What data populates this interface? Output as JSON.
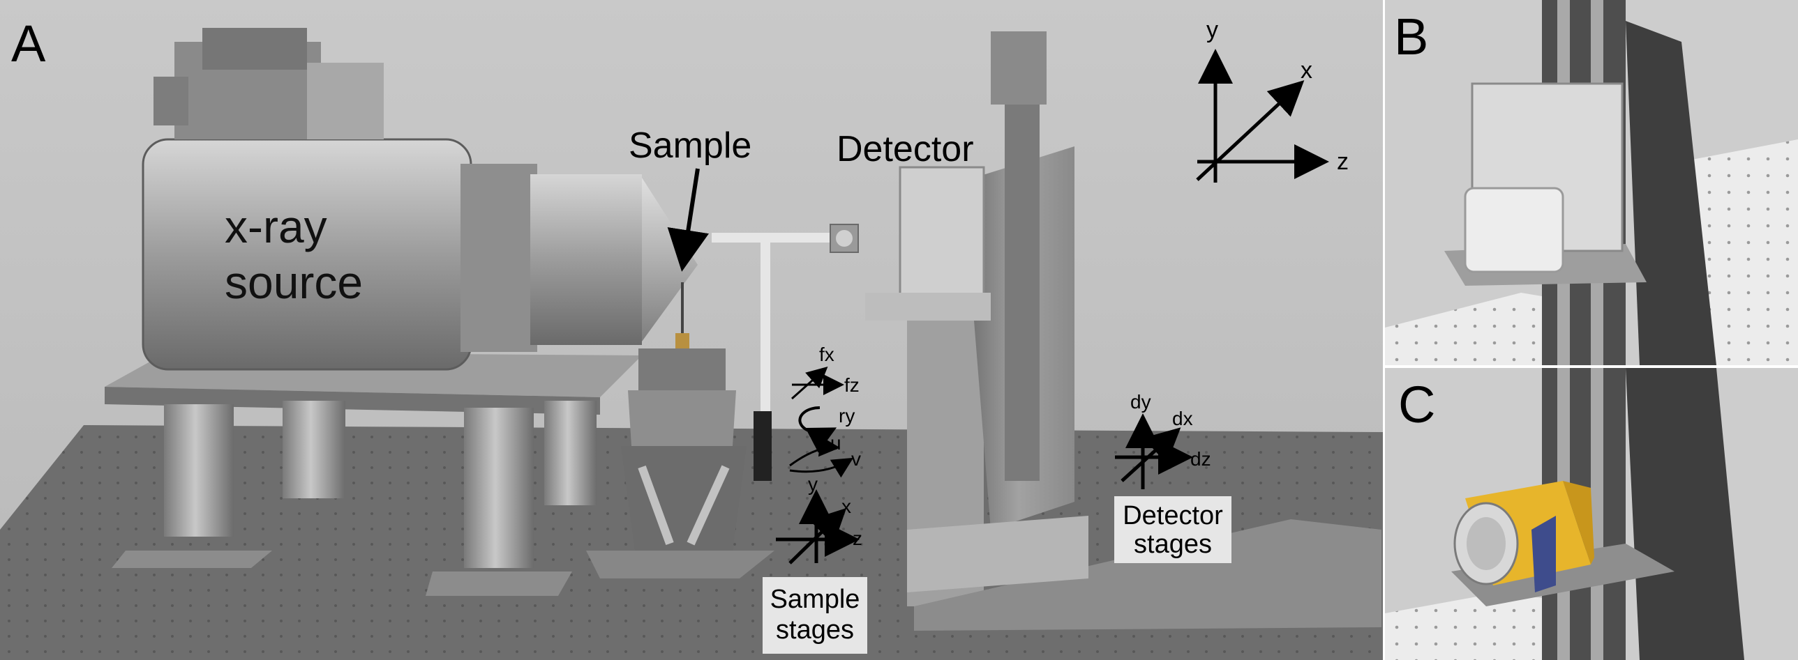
{
  "panels": {
    "a": {
      "letter": "A",
      "labels": {
        "xray_line1": "x-ray",
        "xray_line2": "source",
        "sample": "Sample",
        "detector": "Detector"
      },
      "global_axes": {
        "y": "y",
        "x": "x",
        "z": "z"
      },
      "sample_motion": {
        "fx": "fx",
        "fz": "fz",
        "ry": "ry",
        "u": "u",
        "v": "v"
      },
      "sample_axes": {
        "y": "y",
        "x": "x",
        "z": "z"
      },
      "detector_axes": {
        "dy": "dy",
        "dx": "dx",
        "dz": "dz"
      },
      "sample_stages_box": {
        "line1": "Sample",
        "line2": "stages"
      },
      "detector_stages_box": {
        "line1": "Detector",
        "line2": "stages"
      }
    },
    "b": {
      "letter": "B"
    },
    "c": {
      "letter": "C"
    }
  },
  "colors": {
    "background": "#c4c4c4",
    "table": "#6f6f6f",
    "metal": "#9a9a9a",
    "detector_yellow": "#e7b52b",
    "label_box": "#e6e6e6"
  }
}
